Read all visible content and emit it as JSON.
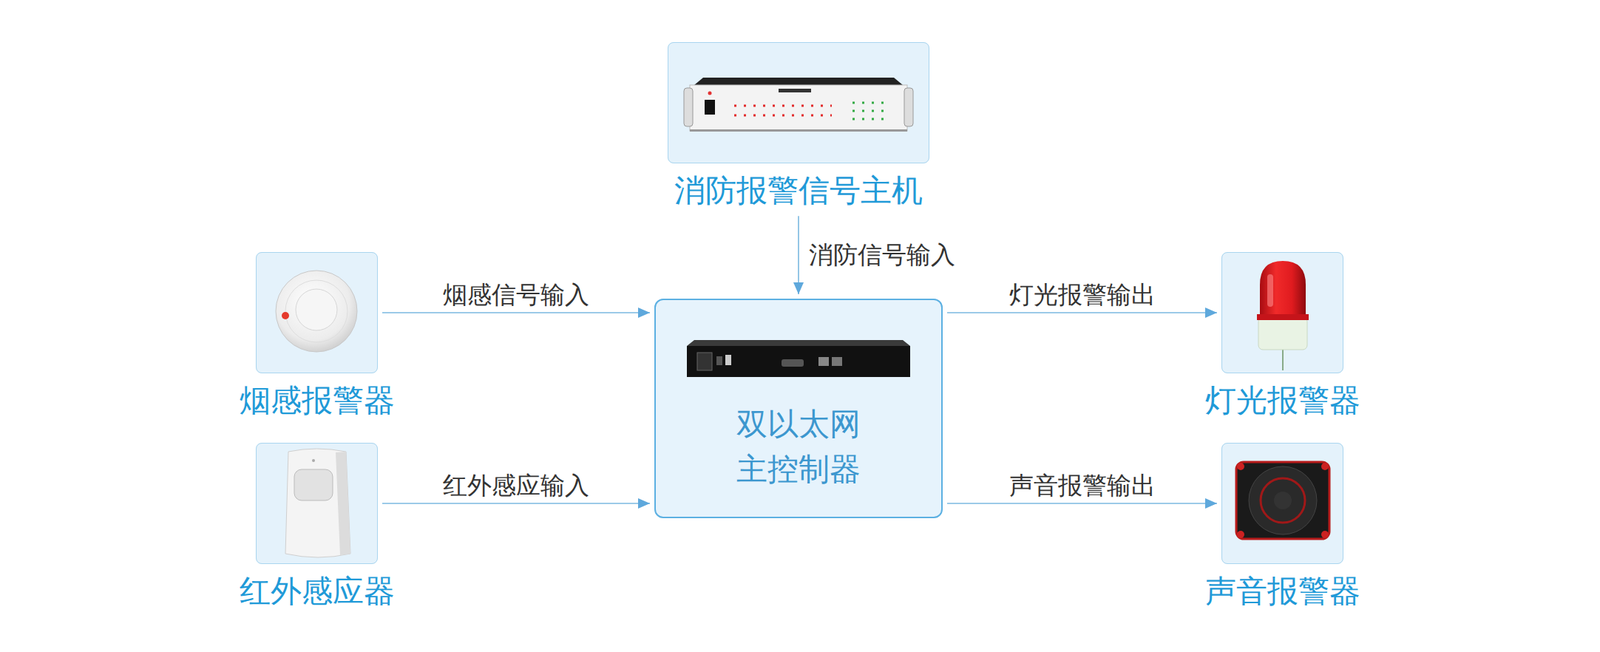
{
  "diagram": {
    "nodes": [
      {
        "text": [
          "消防报警信号主机"
        ]
      },
      {
        "text": [
          "烟感报警器"
        ]
      },
      {
        "text": [
          "双以太网 主控制器"
        ]
      },
      {
        "text": [
          "红外感应器"
        ]
      },
      {
        "text": [
          "灯光报警器"
        ]
      },
      {
        "text": [
          "声音报警器"
        ]
      }
    ],
    "edges": [
      {
        "from": 0,
        "to": 2,
        "label": "消防信号输入",
        "arrow": "to"
      },
      {
        "from": 1,
        "to": 2,
        "label": "烟感信号输入",
        "arrow": "to"
      },
      {
        "from": 3,
        "to": 2,
        "label": "红外感应输入",
        "arrow": "to"
      },
      {
        "from": 2,
        "to": 4,
        "label": "灯光报警输出",
        "arrow": "to"
      },
      {
        "from": 2,
        "to": 5,
        "label": "声音报警输出",
        "arrow": "to"
      }
    ]
  }
}
